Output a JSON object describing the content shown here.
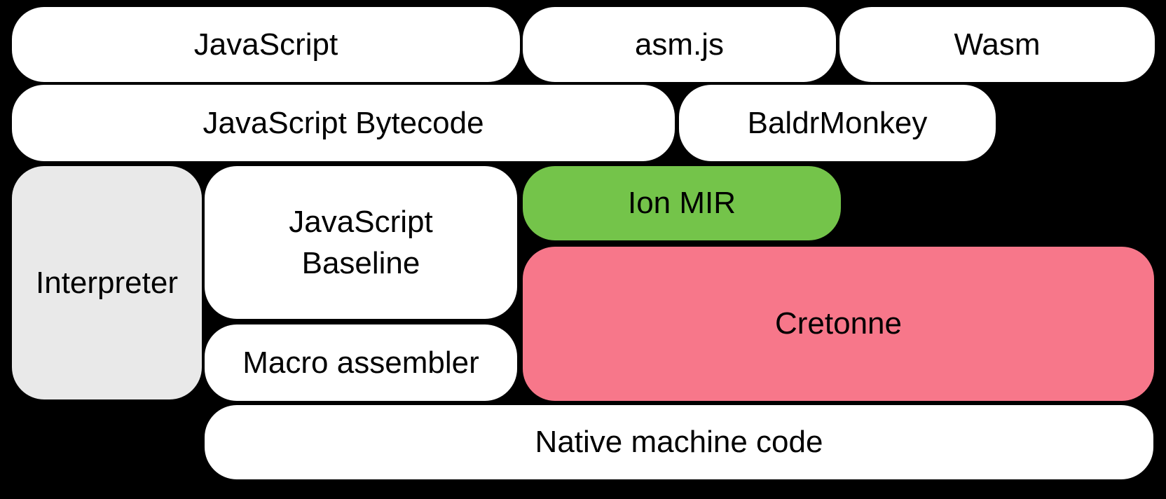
{
  "diagram": {
    "background_color": "#000000",
    "text_color": "#000000",
    "node_default_color": "#ffffff",
    "accent_colors": {
      "green": "#74c44a",
      "pink": "#f7778a",
      "gray": "#e9e9e9"
    },
    "nodes": {
      "javascript": {
        "label": "JavaScript",
        "color": "#ffffff"
      },
      "asmjs": {
        "label": "asm.js",
        "color": "#ffffff"
      },
      "wasm": {
        "label": "Wasm",
        "color": "#ffffff"
      },
      "js_bytecode": {
        "label": "JavaScript Bytecode",
        "color": "#ffffff"
      },
      "baldrmonkey": {
        "label": "BaldrMonkey",
        "color": "#ffffff"
      },
      "interpreter": {
        "label": "Interpreter",
        "color": "#e9e9e9"
      },
      "js_baseline": {
        "label": "JavaScript\nBaseline",
        "color": "#ffffff"
      },
      "ion_mir": {
        "label": "Ion MIR",
        "color": "#74c44a"
      },
      "cretonne": {
        "label": "Cretonne",
        "color": "#f7778a"
      },
      "macro_assembler": {
        "label": "Macro assembler",
        "color": "#ffffff"
      },
      "native_machine_code": {
        "label": "Native machine code",
        "color": "#ffffff"
      }
    }
  }
}
